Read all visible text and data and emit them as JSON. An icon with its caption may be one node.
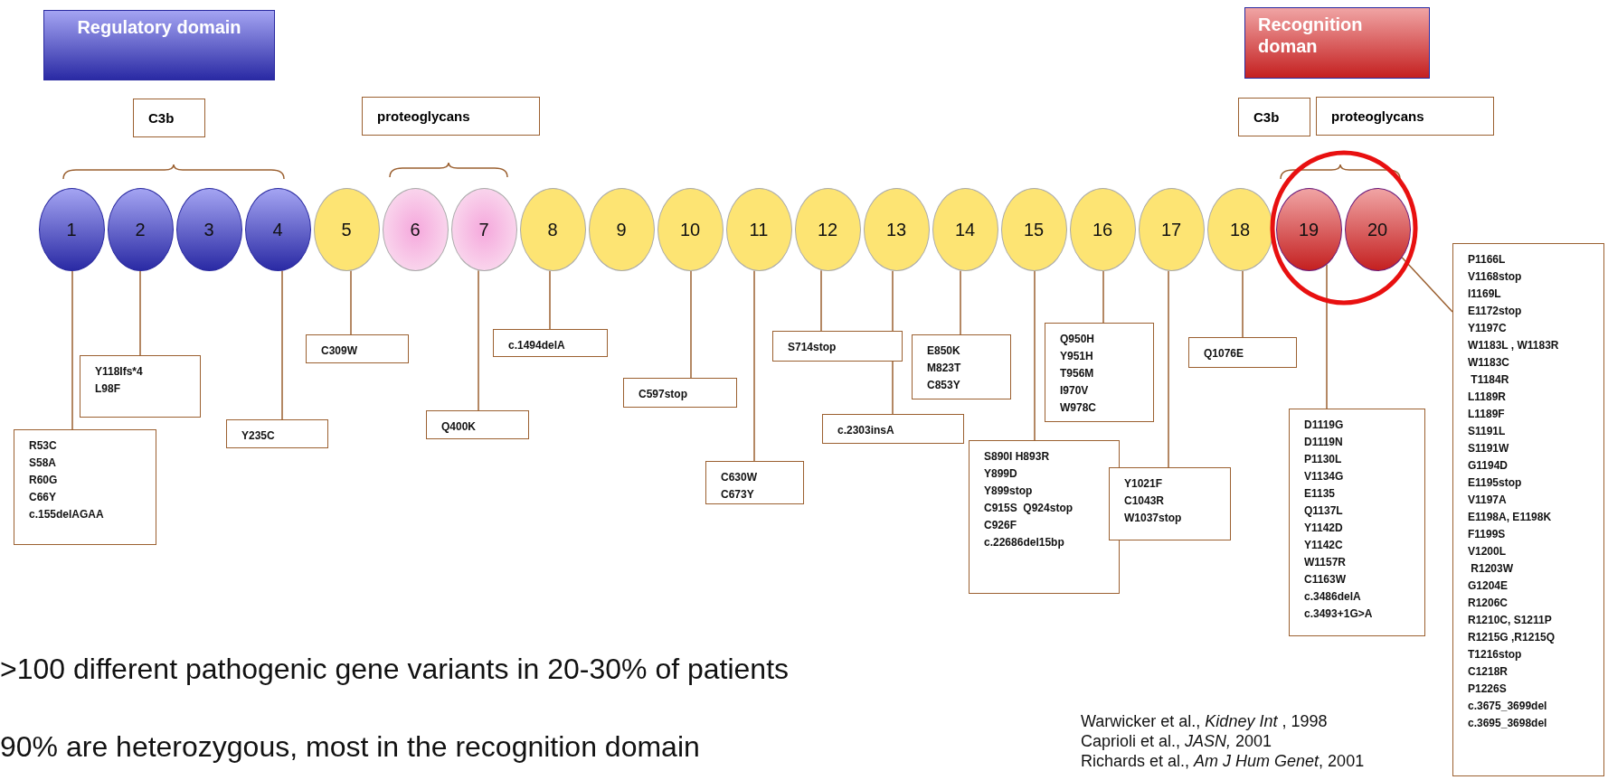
{
  "diagram": {
    "nodes": [
      {
        "text": [
          "Regulatory domain"
        ]
      },
      {
        "text": [
          "Recognition doman"
        ]
      },
      {
        "text": [
          "C3b"
        ]
      },
      {
        "text": [
          "proteoglycans"
        ]
      },
      {
        "text": [
          "C3b"
        ]
      },
      {
        "text": [
          "proteoglycans"
        ]
      },
      {
        "text": [
          "1"
        ]
      },
      {
        "text": [
          "2"
        ]
      },
      {
        "text": [
          "3"
        ]
      },
      {
        "text": [
          "4"
        ]
      },
      {
        "text": [
          "5"
        ]
      },
      {
        "text": [
          "6"
        ]
      },
      {
        "text": [
          "7"
        ]
      },
      {
        "text": [
          "8"
        ]
      },
      {
        "text": [
          "9"
        ]
      },
      {
        "text": [
          "10"
        ]
      },
      {
        "text": [
          "11"
        ]
      },
      {
        "text": [
          "12"
        ]
      },
      {
        "text": [
          "13"
        ]
      },
      {
        "text": [
          "14"
        ]
      },
      {
        "text": [
          "15"
        ]
      },
      {
        "text": [
          "16"
        ]
      },
      {
        "text": [
          "17"
        ]
      },
      {
        "text": [
          "18"
        ]
      },
      {
        "text": [
          "19"
        ]
      },
      {
        "text": [
          "20"
        ]
      },
      {
        "text": [
          "R53C",
          "S58A",
          "R60G",
          "C66Y",
          "c.155delAGAA"
        ]
      },
      {
        "text": [
          "Y118Ifs*4",
          "L98F"
        ]
      },
      {
        "text": [
          "Y235C"
        ]
      },
      {
        "text": [
          "C309W"
        ]
      },
      {
        "text": [
          "Q400K"
        ]
      },
      {
        "text": [
          "c.1494delA"
        ]
      },
      {
        "text": [
          "C597stop"
        ]
      },
      {
        "text": [
          "C630W",
          "C673Y"
        ]
      },
      {
        "text": [
          "S714stop"
        ]
      },
      {
        "text": [
          "c.2303insA"
        ]
      },
      {
        "text": [
          "E850K",
          "M823T",
          "C853Y"
        ]
      },
      {
        "text": [
          "S890I H893R",
          "Y899D",
          "Y899stop",
          "C915S  Q924stop",
          "C926F",
          "c.22686del15bp"
        ]
      },
      {
        "text": [
          "Q950H",
          "Y951H",
          "T956M",
          "I970V",
          "W978C"
        ]
      },
      {
        "text": [
          "Y1021F",
          "C1043R",
          "W1037stop"
        ]
      },
      {
        "text": [
          "Q1076E"
        ]
      },
      {
        "text": [
          "D1119G",
          "D1119N",
          "P1130L",
          "V1134G",
          "E1135",
          "Q1137L",
          "Y1142D",
          "Y1142C",
          "W1157R",
          "C1163W",
          "c.3486delA",
          "c.3493+1G>A"
        ]
      },
      {
        "text": [
          "P1166L",
          "V1168stop",
          "I1169L",
          "E1172stop",
          "Y1197C",
          "W1183L , W1183R",
          "W1183C",
          " T1184R",
          "L1189R",
          "L1189F",
          "S1191L",
          "S1191W",
          "G1194D",
          "E1195stop",
          "V1197A",
          "E1198A, E1198K",
          "F1199S",
          "V1200L",
          " R1203W",
          "G1204E",
          "R1206C",
          "R1210C, S1211P",
          "R1215G ,R1215Q",
          "T1216stop",
          "C1218R",
          "P1226S",
          "c.3675_3699del",
          "c.3695_3698del"
        ]
      }
    ],
    "edges": [
      {
        "from": 26,
        "to": 6,
        "arrow": "none"
      },
      {
        "from": 27,
        "to": 7,
        "arrow": "none"
      },
      {
        "from": 28,
        "to": 9,
        "arrow": "none"
      },
      {
        "from": 29,
        "to": 10,
        "arrow": "none"
      },
      {
        "from": 30,
        "to": 12,
        "arrow": "none"
      },
      {
        "from": 31,
        "to": 13,
        "arrow": "none"
      },
      {
        "from": 32,
        "to": 15,
        "arrow": "none"
      },
      {
        "from": 33,
        "to": 16,
        "arrow": "none"
      },
      {
        "from": 34,
        "to": 17,
        "arrow": "none"
      },
      {
        "from": 35,
        "to": 18,
        "arrow": "none"
      },
      {
        "from": 36,
        "to": 19,
        "arrow": "none"
      },
      {
        "from": 37,
        "to": 20,
        "arrow": "none"
      },
      {
        "from": 38,
        "to": 21,
        "arrow": "none"
      },
      {
        "from": 39,
        "to": 22,
        "arrow": "none"
      },
      {
        "from": 40,
        "to": 23,
        "arrow": "none"
      },
      {
        "from": 41,
        "to": 24,
        "arrow": "none"
      },
      {
        "from": 42,
        "to": 25,
        "arrow": "none"
      }
    ],
    "labels": [
      ">100 different pathogenic gene variants in 20-30% of patients",
      "90% are heterozygous, most in the recognition domain",
      "Warwicker et al., *Kidney Int* , 1998",
      "Caprioli et al., *JASN,* 2001",
      "Richards et al., *Am J Hum Genet*, 2001"
    ]
  }
}
